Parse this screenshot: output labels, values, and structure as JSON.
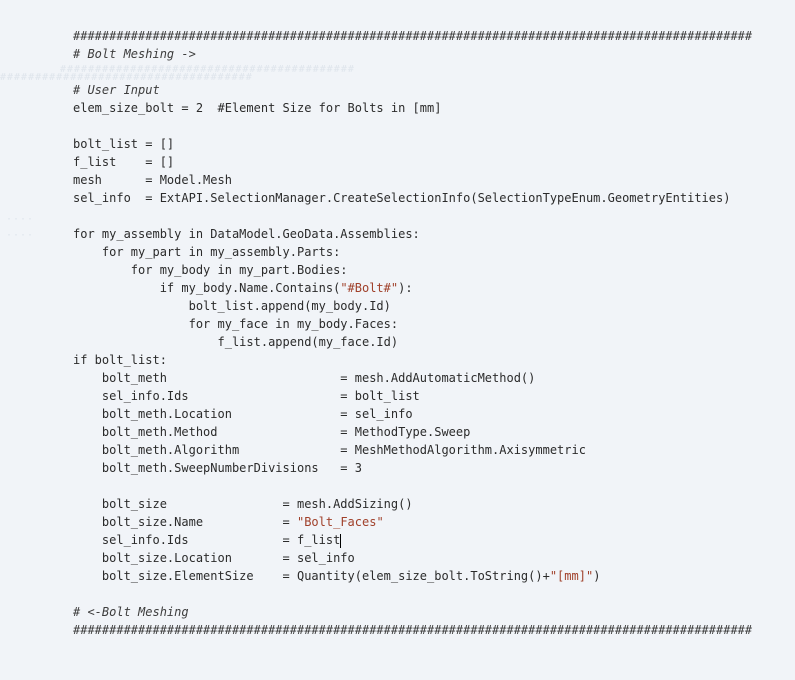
{
  "colors": {
    "background": "#f1f4f8",
    "text": "#2b2b2b",
    "string": "#a0402a",
    "comment": "#3d3d3d"
  },
  "code": {
    "header_rule": "##############################################################################################",
    "section_start_comment": "# Bolt Meshing ->",
    "user_input_comment": "# User Input",
    "elem_size_line": "elem_size_bolt = 2  #Element Size for Bolts in [mm]",
    "bolt_list_init": "bolt_list = []",
    "f_list_init": "f_list    = []",
    "mesh_line": "mesh      = Model.Mesh",
    "sel_info_line": "sel_info  = ExtAPI.SelectionManager.CreateSelectionInfo(SelectionTypeEnum.GeometryEntities)",
    "for_assembly": "for my_assembly in DataModel.GeoData.Assemblies:",
    "for_part": "    for my_part in my_assembly.Parts:",
    "for_body": "        for my_body in my_part.Bodies:",
    "if_body_prefix": "            if my_body.Name.Contains(",
    "if_body_string": "\"#Bolt#\"",
    "if_body_suffix": "):",
    "append_body": "                bolt_list.append(my_body.Id)",
    "for_face": "                for my_face in my_body.Faces:",
    "append_face": "                    f_list.append(my_face.Id)",
    "if_bolt_list": "if bolt_list:",
    "bolt_meth_line": "    bolt_meth                        = mesh.AddAutomaticMethod()",
    "sel_ids_line": "    sel_info.Ids                     = bolt_list",
    "bolt_meth_location": "    bolt_meth.Location               = sel_info",
    "bolt_meth_method": "    bolt_meth.Method                 = MethodType.Sweep",
    "bolt_meth_algorithm": "    bolt_meth.Algorithm              = MeshMethodAlgorithm.Axisymmetric",
    "bolt_meth_sweep": "    bolt_meth.SweepNumberDivisions   = 3",
    "bolt_size_line": "    bolt_size                = mesh.AddSizing()",
    "bolt_size_name_prefix": "    bolt_size.Name           = ",
    "bolt_size_name_string": "\"Bolt_Faces\"",
    "sel_ids_flist": "    sel_info.Ids             = f_list",
    "bolt_size_location": "    bolt_size.Location       = sel_info",
    "bolt_size_elem_prefix": "    bolt_size.ElementSize    = Quantity(elem_size_bolt.ToString()+",
    "bolt_size_elem_string": "\"[mm]\"",
    "bolt_size_elem_suffix": ")",
    "section_end_comment": "# <-Bolt Meshing",
    "footer_rule": "##############################################################################################"
  }
}
